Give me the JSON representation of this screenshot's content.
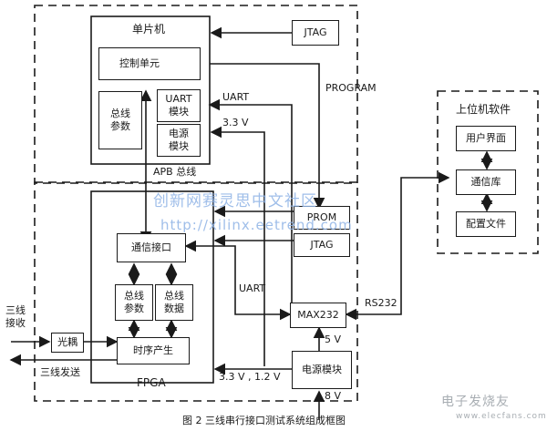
{
  "mcu": {
    "title": "单片机",
    "control_unit": "控制单元",
    "bus_params": [
      "总线",
      "参数"
    ],
    "uart_module": [
      "UART",
      "模块"
    ],
    "power_module": [
      "电源",
      "模块"
    ]
  },
  "external": {
    "jtag_top": "JTAG",
    "prom": "PROM",
    "jtag_bottom": "JTAG",
    "max232": "MAX232",
    "power_module": "电源模块"
  },
  "host": {
    "title": "上位机软件",
    "ui": "用户界面",
    "comm_lib": "通信库",
    "config_file": "配置文件"
  },
  "fpga": {
    "label": "FPGA",
    "comm_interface": "通信接口",
    "bus_params": [
      "总线",
      "参数"
    ],
    "bus_data": [
      "总线",
      "数据"
    ],
    "timing": "时序产生"
  },
  "optocoupler": "光耦",
  "signals": {
    "uart_top": "UART",
    "v33_top": "3.3 V",
    "program": "PROGRAM",
    "apb_bus": "APB 总线",
    "uart_mid": "UART",
    "rs232": "RS232",
    "v5": "5 V",
    "v33_12": "3.3 V , 1.2 V",
    "v8": "8 V",
    "three_wire_recv": [
      "三线",
      "接收"
    ],
    "three_wire_send": "三线发送"
  },
  "watermarks": {
    "line1": "创新网赛灵思中文社区",
    "line2": "http://xilinx.eetrend.com",
    "logo": "电子发烧友",
    "logo_url": "www.elecfans.com"
  },
  "caption": "图 2  三线串行接口测试系统组成框图"
}
